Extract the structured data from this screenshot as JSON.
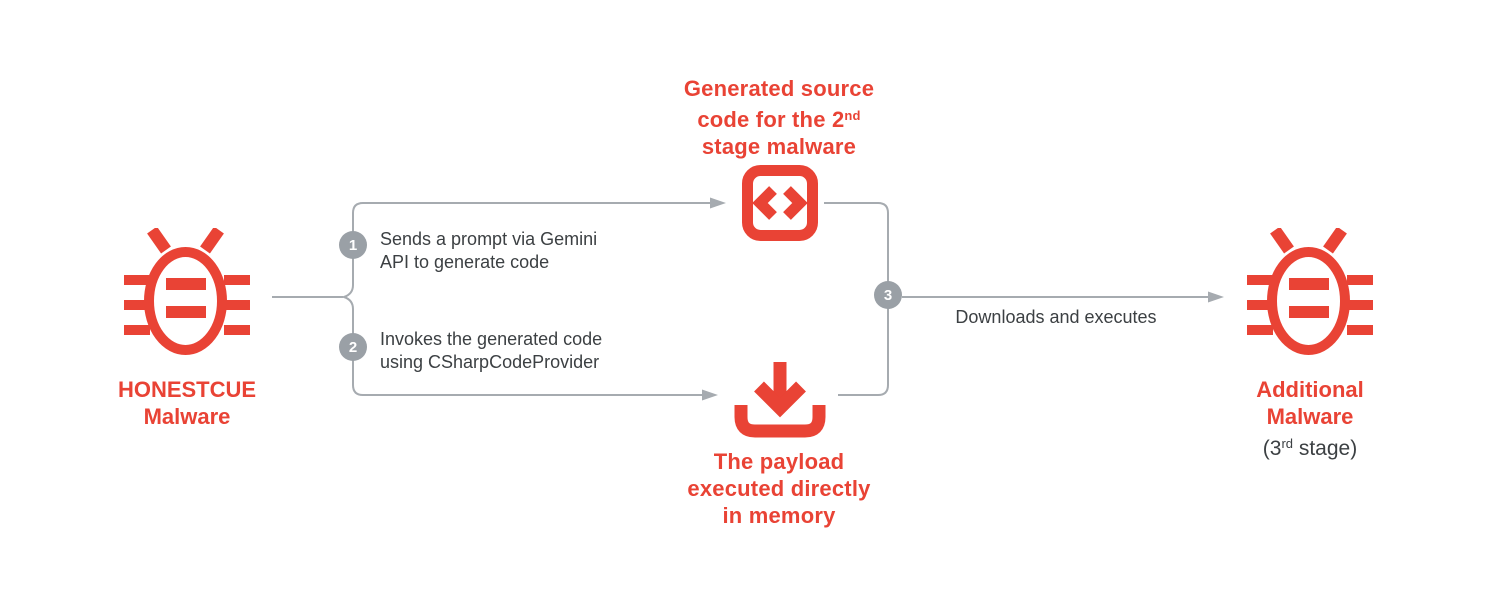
{
  "palette": {
    "red": "#E94335",
    "line_gray": "#A6ABB0",
    "circle_gray": "#9AA0A6",
    "text_dark": "#3C4043",
    "background": "#FFFFFF"
  },
  "icons": {
    "left_node": "bug-icon",
    "top_node": "code-brackets-icon",
    "bottom_node": "download-icon",
    "right_node": "bug-icon"
  },
  "nodes": {
    "honestcue": {
      "label_line1": "HONESTCUE",
      "label_line2": "Malware"
    },
    "generated": {
      "line1": "Generated source",
      "line2_pre": "code for the 2",
      "line2_sup": "nd",
      "line3": "stage malware"
    },
    "payload": {
      "line1": "The payload",
      "line2": "executed directly",
      "line3": "in memory"
    },
    "additional": {
      "label_line1": "Additional",
      "label_line2": "Malware",
      "sub_pre": "(3",
      "sub_sup": "rd",
      "sub_post": " stage)"
    }
  },
  "steps": [
    {
      "number": "1",
      "line1": "Sends a prompt via Gemini",
      "line2": "API to generate code"
    },
    {
      "number": "2",
      "line1": "Invokes the generated code",
      "line2": "using CSharpCodeProvider"
    },
    {
      "number": "3",
      "label": "Downloads and executes"
    }
  ]
}
